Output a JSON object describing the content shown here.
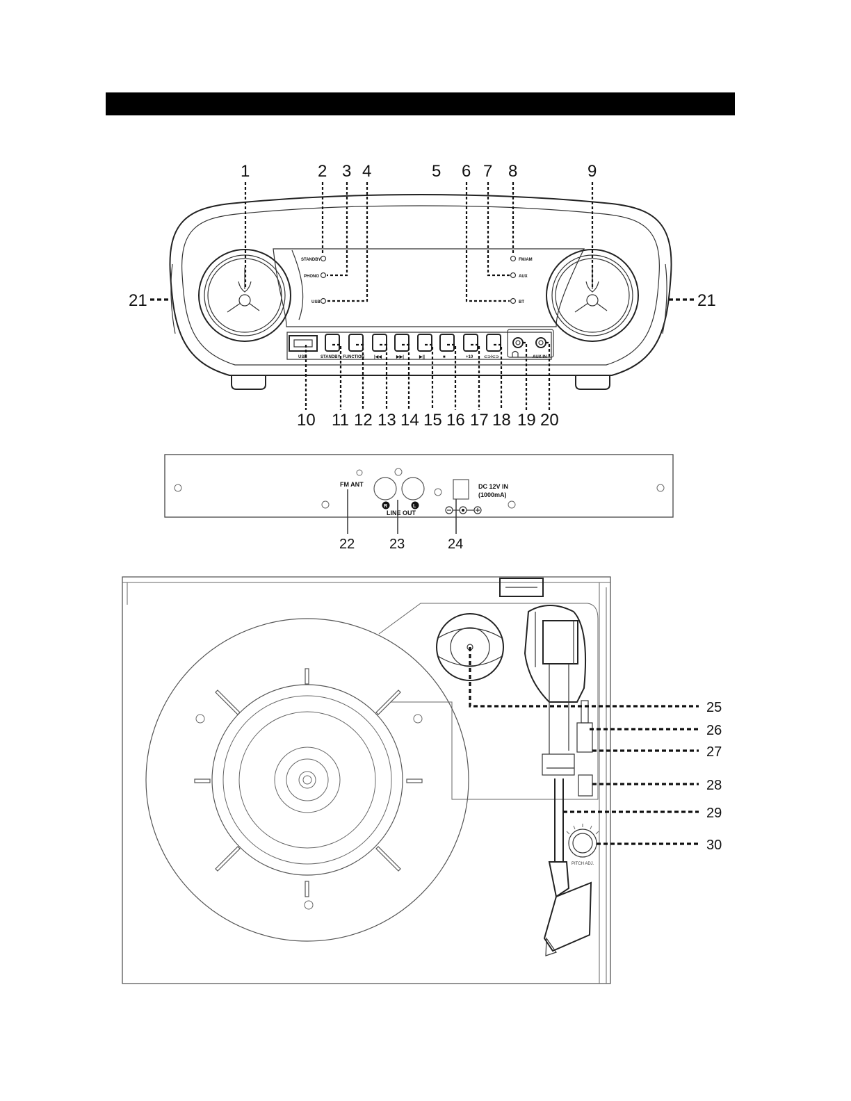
{
  "front_panel": {
    "callouts_top": [
      "1",
      "2",
      "3",
      "4",
      "5",
      "6",
      "7",
      "8",
      "9"
    ],
    "callouts_bottom": [
      "10",
      "11",
      "12",
      "13",
      "14",
      "15",
      "16",
      "17",
      "18",
      "19",
      "20"
    ],
    "side_callout": "21",
    "indicator_labels": {
      "standby": "STANDBY",
      "phono": "PHONO",
      "usb": "USB",
      "fm_am": "FM/AM",
      "aux": "AUX",
      "bt": "BT"
    },
    "button_labels": {
      "usb": "USB",
      "standby": "STANDBY",
      "function": "FUNCTION",
      "prev": "|◀◀",
      "next": "▶▶|",
      "play_pause": "▶||",
      "stop": "■",
      "plus10": "+10",
      "repeat": "⊂⊃/⊂⊃",
      "aux_in": "AUX IN"
    }
  },
  "rear_panel": {
    "fm_ant": "FM ANT",
    "line_out": "LINE OUT",
    "r_mark": "R",
    "l_mark": "L",
    "dc_in": "DC 12V IN",
    "dc_current": "(1000mA)",
    "callouts": [
      "22",
      "23",
      "24"
    ]
  },
  "turntable": {
    "callouts": [
      "25",
      "26",
      "27",
      "28",
      "29",
      "30"
    ],
    "pitch_label": "PITCH ADJ."
  }
}
